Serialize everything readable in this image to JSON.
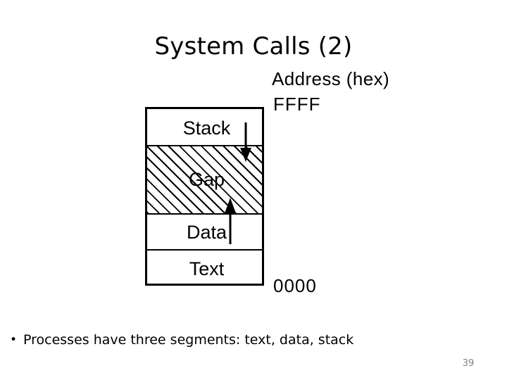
{
  "slide": {
    "title": "System Calls (2)",
    "page_number": "39"
  },
  "address_annotations": {
    "axis_label": "Address (hex)",
    "high_address": "FFFF",
    "low_address": "0000"
  },
  "memory_diagram": {
    "segments": [
      {
        "name": "stack",
        "label": "Stack",
        "fill": "solid"
      },
      {
        "name": "gap",
        "label": "Gap",
        "fill": "hatched"
      },
      {
        "name": "data",
        "label": "Data",
        "fill": "solid"
      },
      {
        "name": "text",
        "label": "Text",
        "fill": "solid"
      }
    ],
    "arrows": [
      {
        "name": "stack-grows-down",
        "direction": "down"
      },
      {
        "name": "data-grows-up",
        "direction": "up"
      }
    ],
    "border_color": "#000000",
    "fill_color": "#ffffff"
  },
  "body": {
    "bullets": [
      {
        "marker": "•",
        "text": "Processes have three segments: text, data, stack"
      }
    ]
  }
}
